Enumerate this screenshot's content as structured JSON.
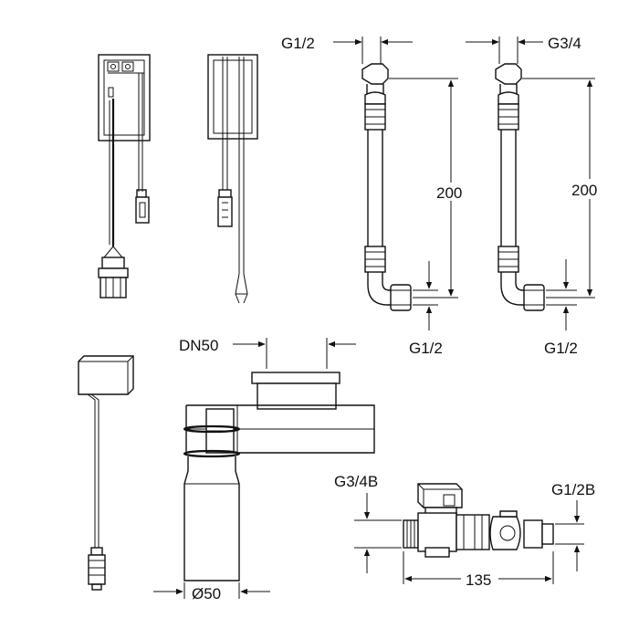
{
  "dimensions": {
    "hose_left_top_thread": "G1/2",
    "hose_right_top_thread": "G3/4",
    "hose_left_length": "200",
    "hose_right_length": "200",
    "hose_left_bottom_thread": "G1/2",
    "hose_right_bottom_thread": "G1/2",
    "drain_nominal": "DN50",
    "drain_diameter": "Ø50",
    "valve_inlet_thread": "G3/4B",
    "valve_outlet_thread": "G1/2B",
    "valve_length": "135"
  }
}
